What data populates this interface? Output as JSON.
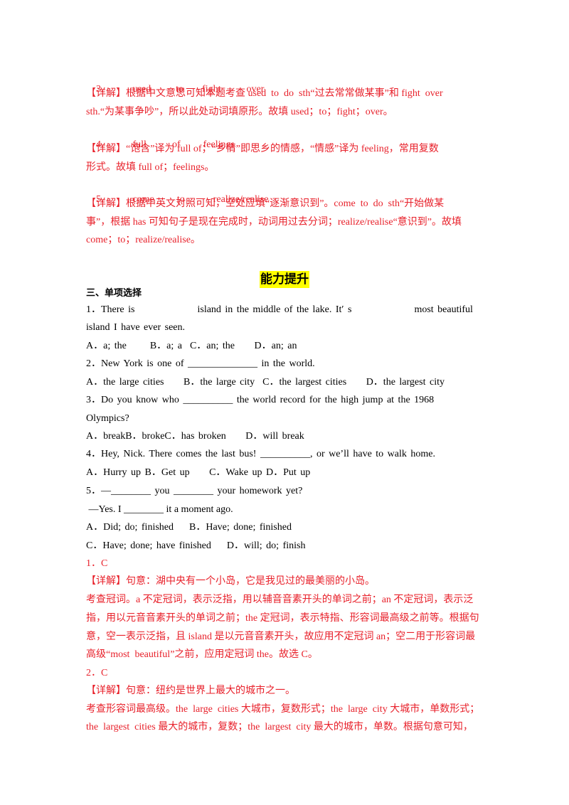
{
  "answers_top": {
    "a3": {
      "num": "3.",
      "w1": "used",
      "w2": "to",
      "w3": "fight",
      "w4": "over"
    },
    "d3_l1": "【详解】根据中文意思可知本题考查 used  to  do  sth“过去常常做某事”和 fight  over",
    "d3_l2": "sth.“为某事争吵”，所以此处动词填原形。故填 used；to；fight；over。",
    "a4": {
      "num": "4.",
      "w1": "full",
      "w2": "of",
      "w3": "feelings"
    },
    "d4_l1": "【详解】“饱含”译为 full of；“乡情”即思乡的情感，“情感”译为 feeling，常用复数",
    "d4_l2": "形式。故填 full of；feelings。",
    "a5": {
      "num": "5.",
      "w1": "come",
      "w2": "to",
      "w3": "realize/realise"
    },
    "d5_l1": "【详解】根据中英文对照可知，空处应填“逐渐意识到”。come  to  do  sth“开始做某",
    "d5_l2": "事”，根据 has 可知句子是现在完成时，动词用过去分词；realize/realise“意识到”。故填",
    "d5_l3": "come；to；realize/realise。"
  },
  "heading": "能力提升",
  "section_title": "三、单项选择",
  "questions": {
    "q1_l1": "1．There is                island in the middle of the lake. It′ s                most beautiful",
    "q1_l2": "island I have ever seen.",
    "q1_opts": "A．a; the      B．a; a  C．an; the     D．an; an",
    "q2_l1": "2．New York is one of ______________ in the world.",
    "q2_opts": "A．the large cities     B．the large city  C．the largest cities     D．the largest city",
    "q3_l1": "3．Do you know who __________ the world record for the high jump at the 1968",
    "q3_l2": "Olympics?",
    "q3_opts": "A．breakB．brokeC．has broken     D．will break",
    "q4_l1": "4．Hey, Nick. There comes the last bus! __________, or we’ll have to walk home.",
    "q4_opts": "A．Hurry up B．Get up     C．Wake up D．Put up",
    "q5_l1": "5．—________ you ________ your homework yet?",
    "q5_l2": " —Yes. I ________ it a moment ago.",
    "q5_opts1": "A．Did; do; finished    B．Have; done; finished",
    "q5_opts2": "C．Have; done; have finished    D．will; do; finish"
  },
  "explanations": {
    "e1_ans": "1．C",
    "e1_l1": "【详解】句意：湖中央有一个小岛，它是我见过的最美丽的小岛。",
    "e1_l2": "考查冠词。a 不定冠词，表示泛指，用以辅音音素开头的单词之前；an 不定冠词，表示泛",
    "e1_l3": "指，用以元音音素开头的单词之前；the 定冠词，表示特指、形容词最高级之前等。根据句",
    "e1_l4": "意，空一表示泛指，且 island 是以元音音素开头，故应用不定冠词 an；空二用于形容词最",
    "e1_l5": "高级“most  beautiful”之前，应用定冠词 the。故选 C。",
    "e2_ans": "2．C",
    "e2_l1": "【详解】句意：纽约是世界上最大的城市之一。",
    "e2_l2": "考查形容词最高级。the  large  cities 大城市，复数形式；the  large  city 大城市，单数形式；",
    "e2_l3": "the  largest  cities 最大的城市，复数；the  largest  city 最大的城市，单数。根据句意可知，"
  }
}
